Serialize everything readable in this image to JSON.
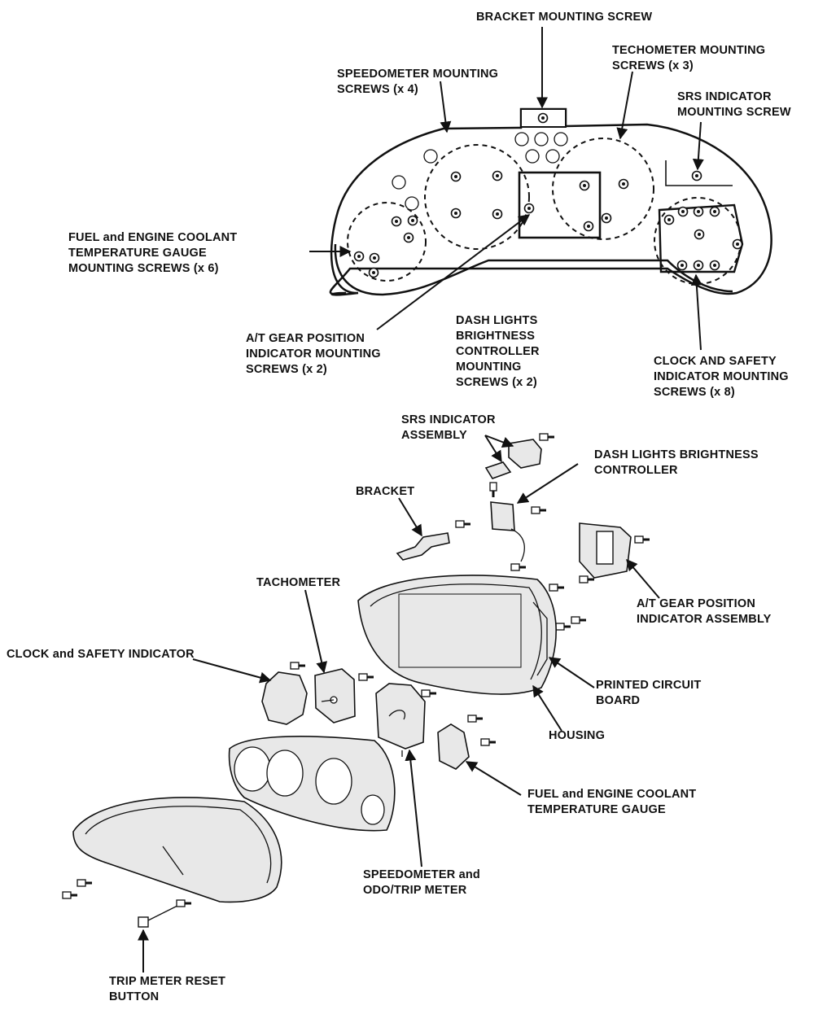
{
  "labels": {
    "bracket_mounting_screw": "BRACKET MOUNTING SCREW",
    "techometer_mounting_screws": "TECHOMETER MOUNTING\nSCREWS (x 3)",
    "speedometer_mounting_screws": "SPEEDOMETER MOUNTING\nSCREWS (x 4)",
    "srs_indicator_mounting_screw": "SRS INDICATOR\nMOUNTING SCREW",
    "fuel_coolant_mounting_screws": "FUEL and ENGINE COOLANT\nTEMPERATURE GAUGE\nMOUNTING SCREWS (x 6)",
    "at_gear_position_mounting_screws": "A/T GEAR POSITION\nINDICATOR MOUNTING\nSCREWS (x 2)",
    "dash_lights_controller_mounting_screws": "DASH LIGHTS\nBRIGHTNESS\nCONTROLLER\nMOUNTING\nSCREWS (x 2)",
    "clock_safety_mounting_screws": "CLOCK AND SAFETY\nINDICATOR MOUNTING\nSCREWS (x 8)",
    "srs_indicator_assembly": "SRS INDICATOR\nASSEMBLY",
    "dash_lights_brightness_controller": "DASH LIGHTS BRIGHTNESS\nCONTROLLER",
    "bracket": "BRACKET",
    "tachometer": "TACHOMETER",
    "at_gear_position_indicator_assembly": "A/T GEAR POSITION\nINDICATOR ASSEMBLY",
    "clock_and_safety_indicator": "CLOCK and SAFETY INDICATOR",
    "printed_circuit_board": "PRINTED CIRCUIT\nBOARD",
    "housing": "HOUSING",
    "fuel_coolant_gauge": "FUEL and ENGINE COOLANT\nTEMPERATURE GAUGE",
    "speedometer_odo_trip_meter": "SPEEDOMETER and\nODO/TRIP METER",
    "trip_meter_reset_button": "TRIP METER RESET\nBUTTON"
  }
}
